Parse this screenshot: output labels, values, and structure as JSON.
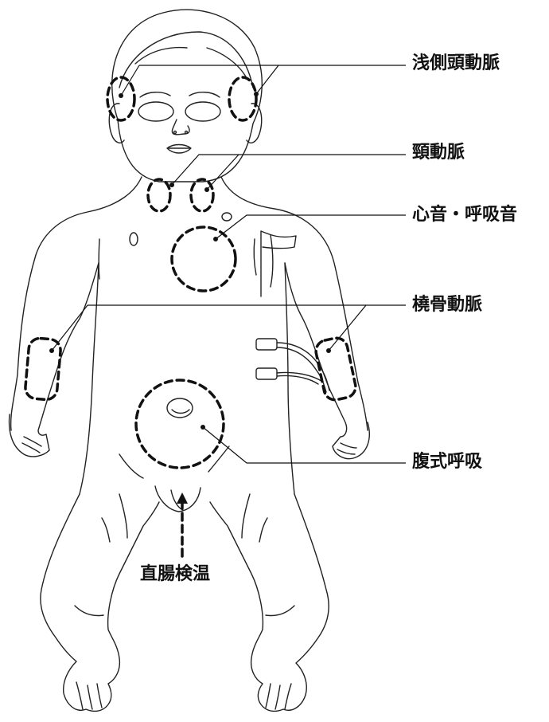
{
  "labels": {
    "superficial_temporal_artery": "浅側頭動脈",
    "carotid_artery": "頸動脈",
    "heart_breath_sounds": "心音・呼吸音",
    "radial_artery": "橈骨動脈",
    "abdominal_breathing": "腹式呼吸",
    "rectal_temperature": "直腸検温"
  }
}
